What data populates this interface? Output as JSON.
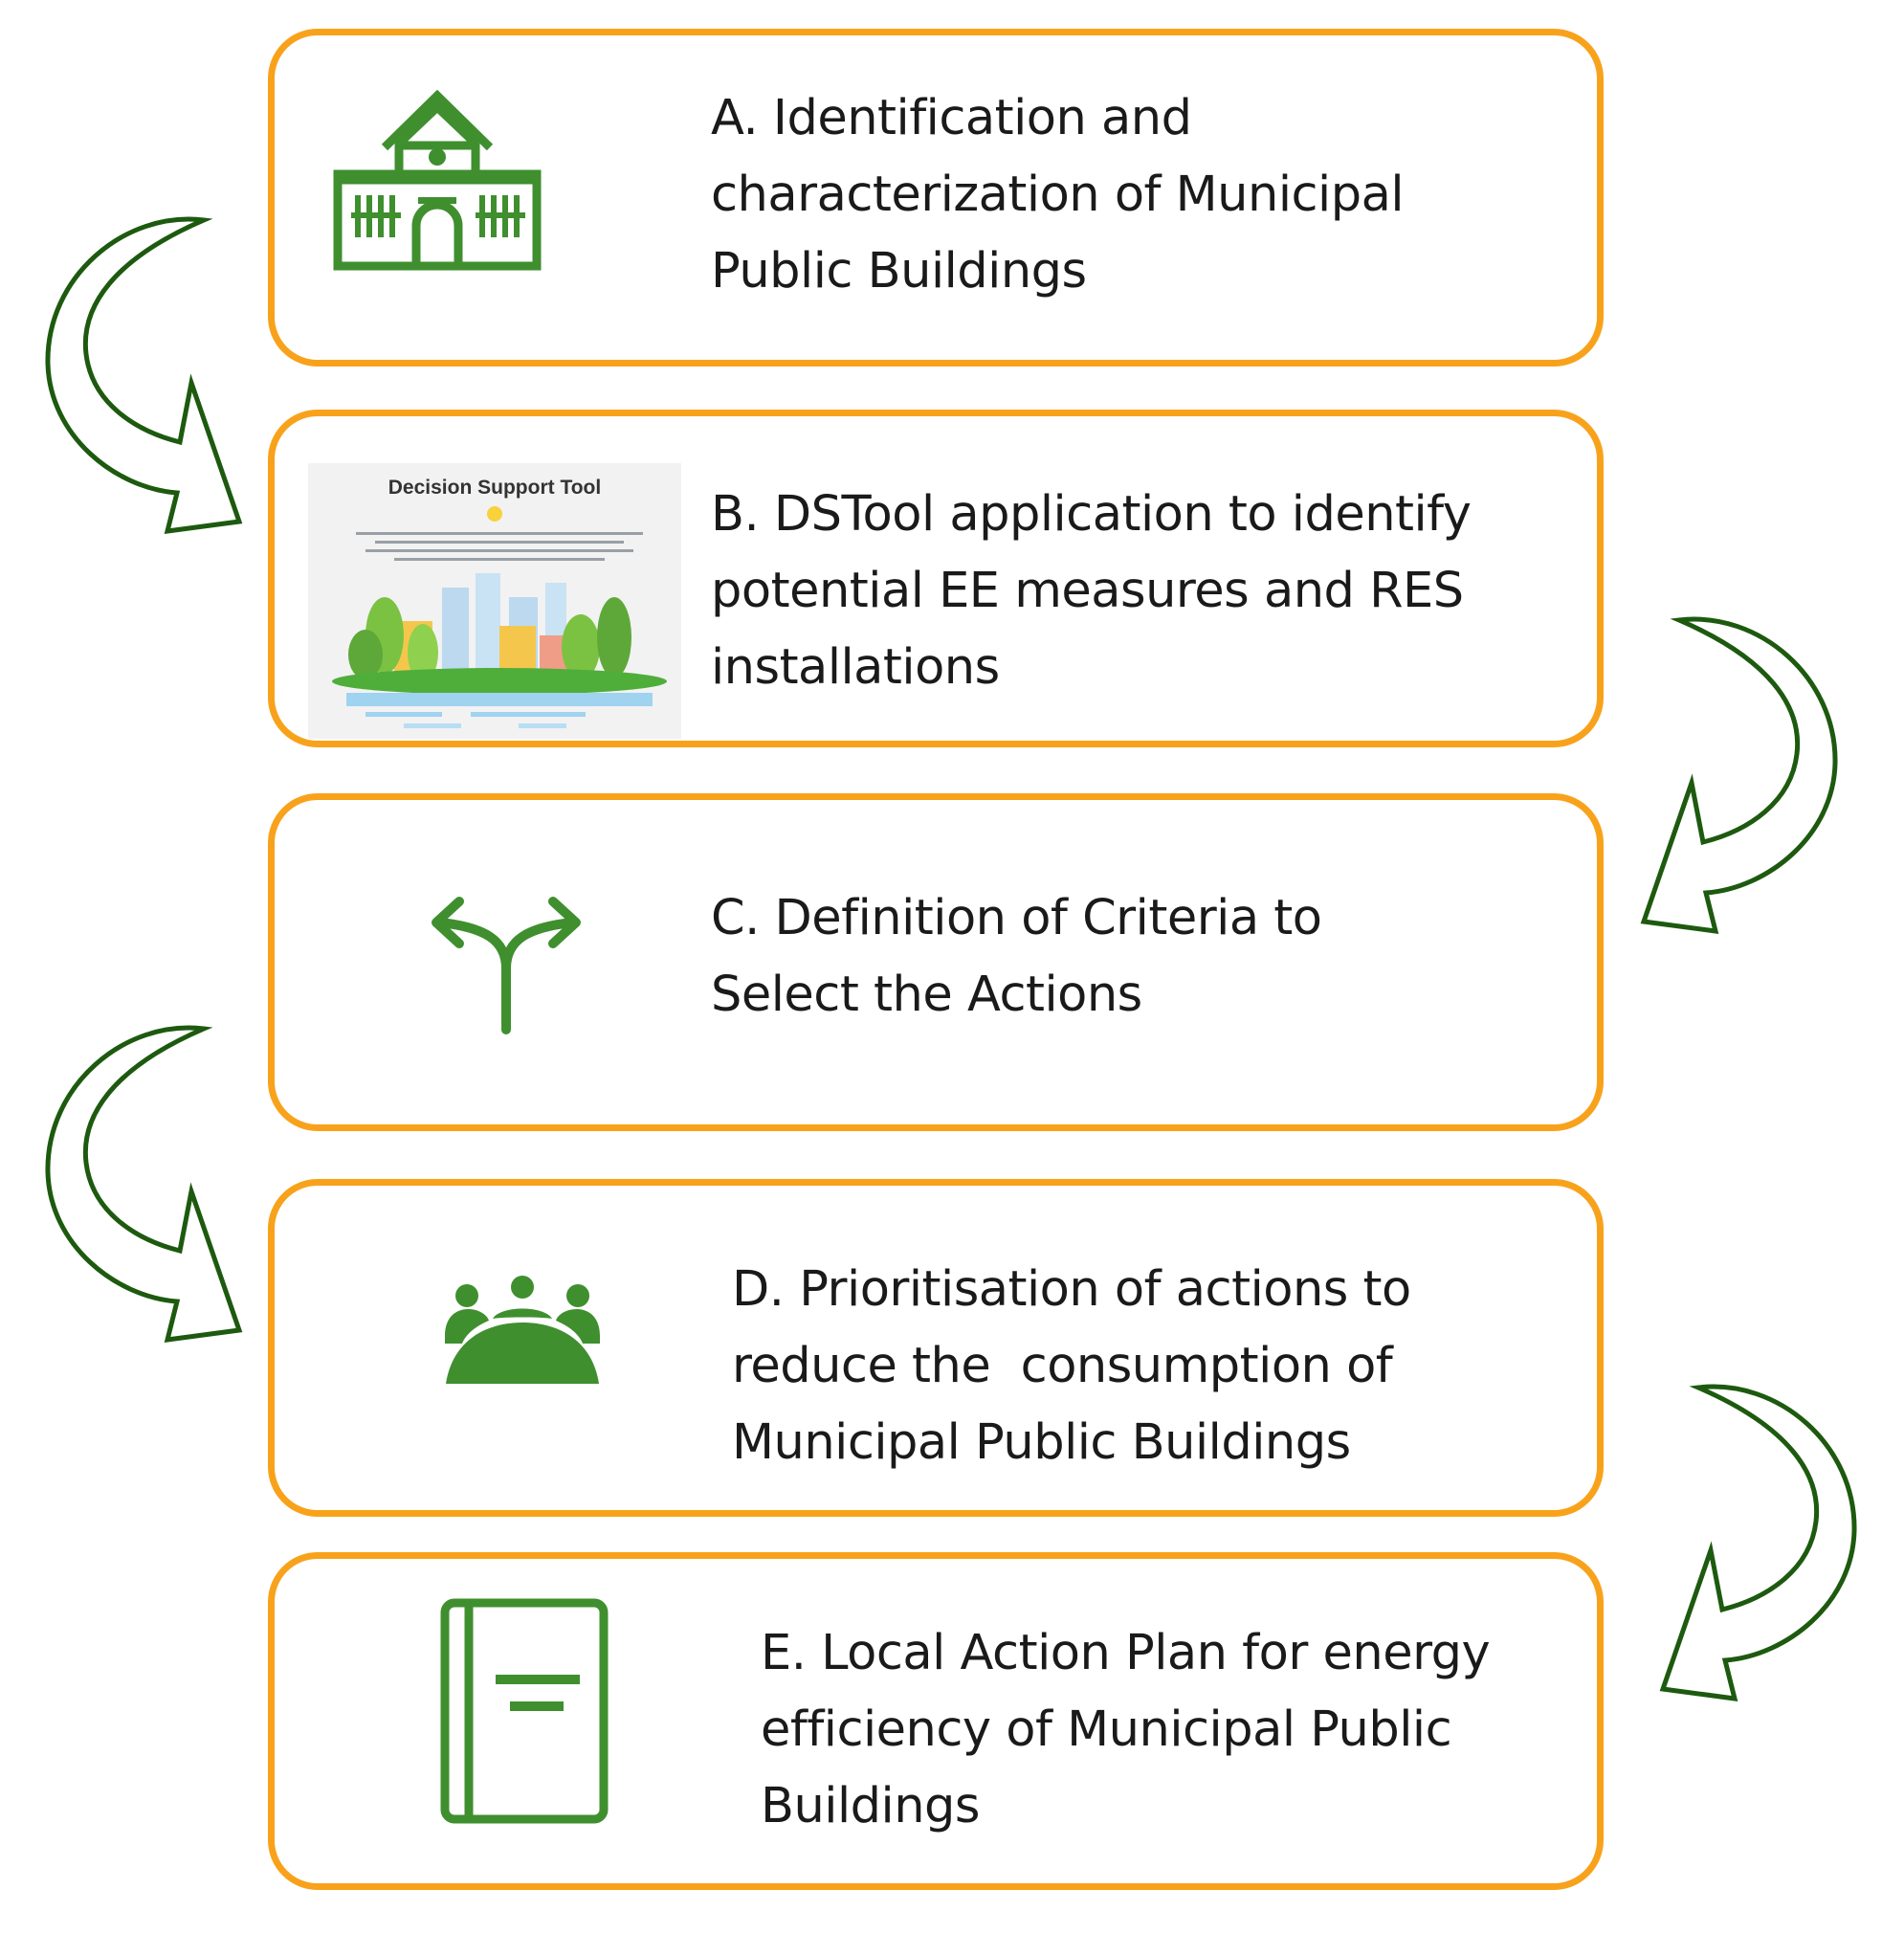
{
  "steps": [
    {
      "id": "A",
      "lines": [
        "A. Identification and",
        "characterization of Municipal",
        "Public Buildings"
      ],
      "icon": "school-building-icon"
    },
    {
      "id": "B",
      "lines": [
        "B. DSTool application to identify",
        "potential EE measures and RES",
        "installations"
      ],
      "icon": "decision-support-tool-thumbnail"
    },
    {
      "id": "C",
      "lines": [
        "C. Definition of Criteria to",
        "Select the Actions"
      ],
      "icon": "split-arrow-icon"
    },
    {
      "id": "D",
      "lines": [
        "D. Prioritisation of actions to",
        "reduce the  consumption of",
        "Municipal Public Buildings"
      ],
      "icon": "meeting-group-icon"
    },
    {
      "id": "E",
      "lines": [
        "E. Local Action Plan for energy",
        "efficiency of Municipal Public",
        "Buildings"
      ],
      "icon": "notebook-icon"
    }
  ],
  "thumbnail": {
    "title": "Decision Support Tool"
  },
  "colors": {
    "box_border": "#f8a21b",
    "icon_green": "#3f8f2f",
    "arrow_stroke": "#1d5a0f",
    "text": "#1a1a1a"
  }
}
